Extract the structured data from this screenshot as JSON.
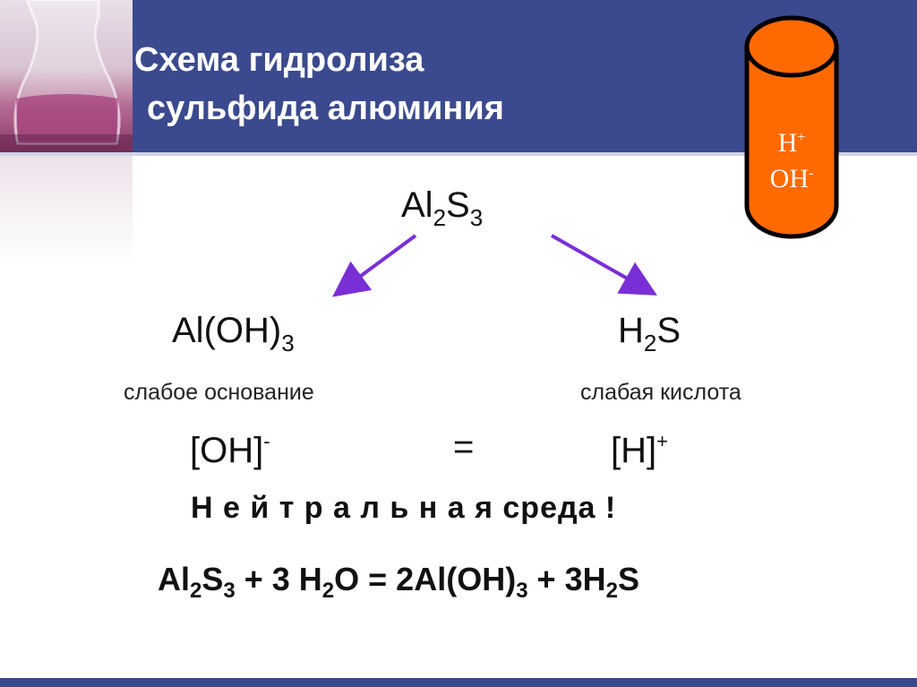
{
  "slide": {
    "title_line1": "Схема гидролиза",
    "title_line2": "сульфида алюминия"
  },
  "cylinder": {
    "ion1": "H",
    "ion1_charge": "+",
    "ion2": "OH",
    "ion2_charge": "-"
  },
  "salt": {
    "el1": "Al",
    "n1": "2",
    "el2": "S",
    "n2": "3"
  },
  "base": {
    "formula": "Al(OH)",
    "n": "3",
    "caption": "слабое основание"
  },
  "acid": {
    "el1": "H",
    "n": "2",
    "el2": "S",
    "caption": "слабая кислота"
  },
  "balance": {
    "left": "[OH]",
    "left_charge": "-",
    "sign": "=",
    "right": "[H]",
    "right_charge": "+"
  },
  "conclusion": "Н е й т р а л ь н а я  среда !",
  "equation": {
    "p1": "Al",
    "s1": "2",
    "p2": "S",
    "s2": "3",
    "p3": " + 3 H",
    "s3": "2",
    "p4": "O = 2Al(OH)",
    "s4": "3",
    "p5": " + 3H",
    "s5": "2",
    "p6": "S"
  },
  "colors": {
    "header": "#3b4a8e",
    "cylinder_fill": "#ff6a00",
    "cylinder_outline": "#000000",
    "arrow": "#7a2fd6"
  }
}
